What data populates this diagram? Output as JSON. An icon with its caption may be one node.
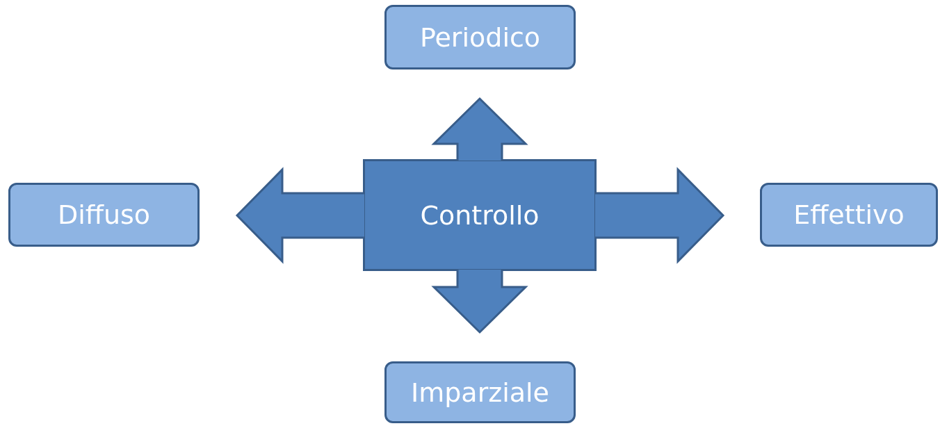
{
  "diagram": {
    "nodes": [
      {
        "text": [
          "Controllo"
        ]
      },
      {
        "text": [
          "Periodico"
        ]
      },
      {
        "text": [
          "Diffuso"
        ]
      },
      {
        "text": [
          "Effettivo"
        ]
      },
      {
        "text": [
          "Imparziale"
        ]
      }
    ],
    "edges": [
      {
        "from": 0,
        "to": 1,
        "arrow": "to",
        "style": "thick"
      },
      {
        "from": 0,
        "to": 2,
        "arrow": "to",
        "style": "thick"
      },
      {
        "from": 0,
        "to": 3,
        "arrow": "to",
        "style": "thick"
      },
      {
        "from": 0,
        "to": 4,
        "arrow": "to",
        "style": "thick"
      }
    ]
  }
}
